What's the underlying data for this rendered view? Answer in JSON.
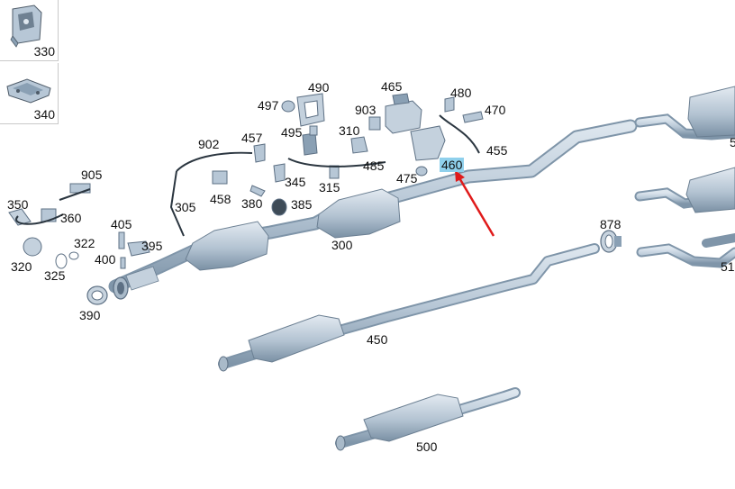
{
  "thumbnails": [
    {
      "label": "330",
      "icon": "bracket-thumbnail-icon"
    },
    {
      "label": "340",
      "icon": "heat-shield-thumbnail-icon"
    }
  ],
  "highlight": {
    "label": "460",
    "color": "#8fd0ec",
    "arrow_color": "#e01a1a"
  },
  "part_color": "#b7c7d6",
  "part_shade": "#8aa0b4",
  "callouts": [
    {
      "label": "490"
    },
    {
      "label": "465"
    },
    {
      "label": "480"
    },
    {
      "label": "497"
    },
    {
      "label": "470"
    },
    {
      "label": "903"
    },
    {
      "label": "495"
    },
    {
      "label": "310"
    },
    {
      "label": "902"
    },
    {
      "label": "457"
    },
    {
      "label": "455"
    },
    {
      "label": "485"
    },
    {
      "label": "460"
    },
    {
      "label": "905"
    },
    {
      "label": "475"
    },
    {
      "label": "345"
    },
    {
      "label": "315"
    },
    {
      "label": "458"
    },
    {
      "label": "350"
    },
    {
      "label": "305"
    },
    {
      "label": "380"
    },
    {
      "label": "385"
    },
    {
      "label": "360"
    },
    {
      "label": "405"
    },
    {
      "label": "878"
    },
    {
      "label": "322"
    },
    {
      "label": "395"
    },
    {
      "label": "300"
    },
    {
      "label": "400"
    },
    {
      "label": "320"
    },
    {
      "label": "325"
    },
    {
      "label": "390"
    },
    {
      "label": "450"
    },
    {
      "label": "500"
    },
    {
      "label": "51"
    },
    {
      "label": "5"
    }
  ]
}
